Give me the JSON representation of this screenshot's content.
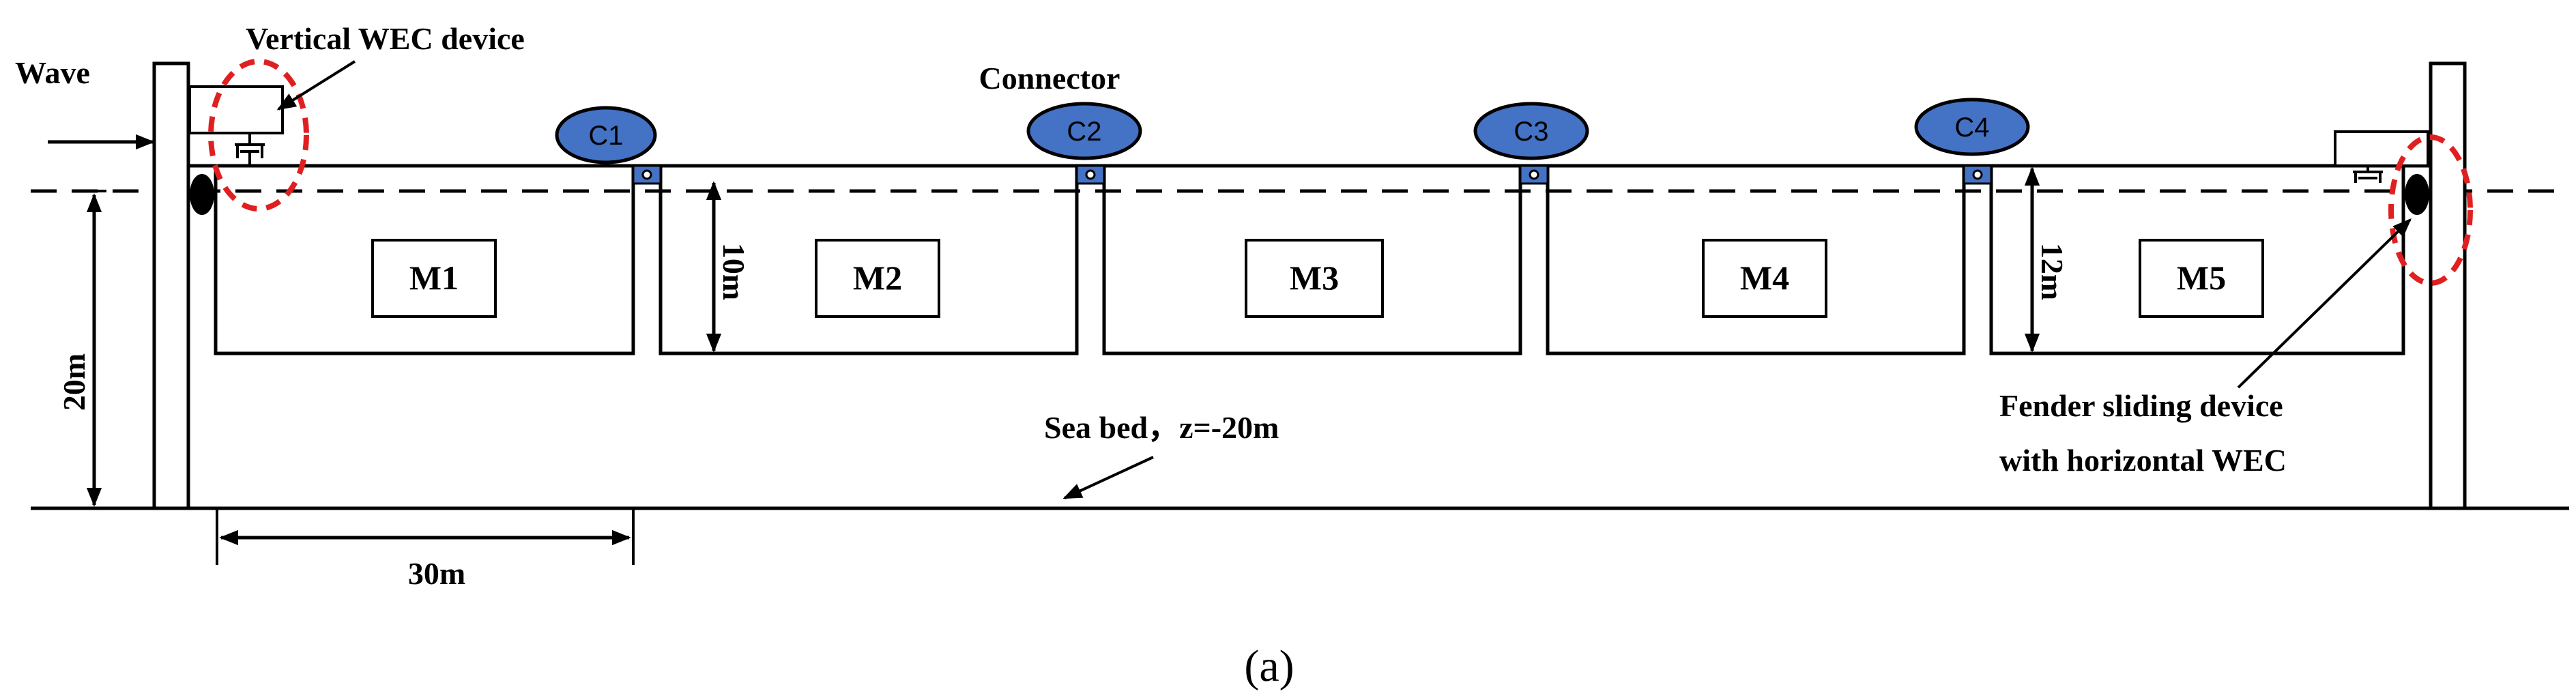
{
  "labels": {
    "wave": "Wave",
    "vertical_wec": "Vertical WEC device",
    "connector": "Connector",
    "fender": [
      "Fender sliding device",
      "with horizontal WEC"
    ],
    "sea_bed": "Sea bed，z=-20m",
    "dim_20m": "20m",
    "dim_10m": "10m",
    "dim_12m": "12m",
    "dim_30m": "30m",
    "caption": "(a)"
  },
  "modules": [
    "M1",
    "M2",
    "M3",
    "M4",
    "M5"
  ],
  "connectors": [
    "C1",
    "C2",
    "C3",
    "C4"
  ],
  "colors": {
    "connector_fill": "#4472C4",
    "connector_stroke": "#000000",
    "highlight": "#E02020",
    "line": "#000000"
  }
}
